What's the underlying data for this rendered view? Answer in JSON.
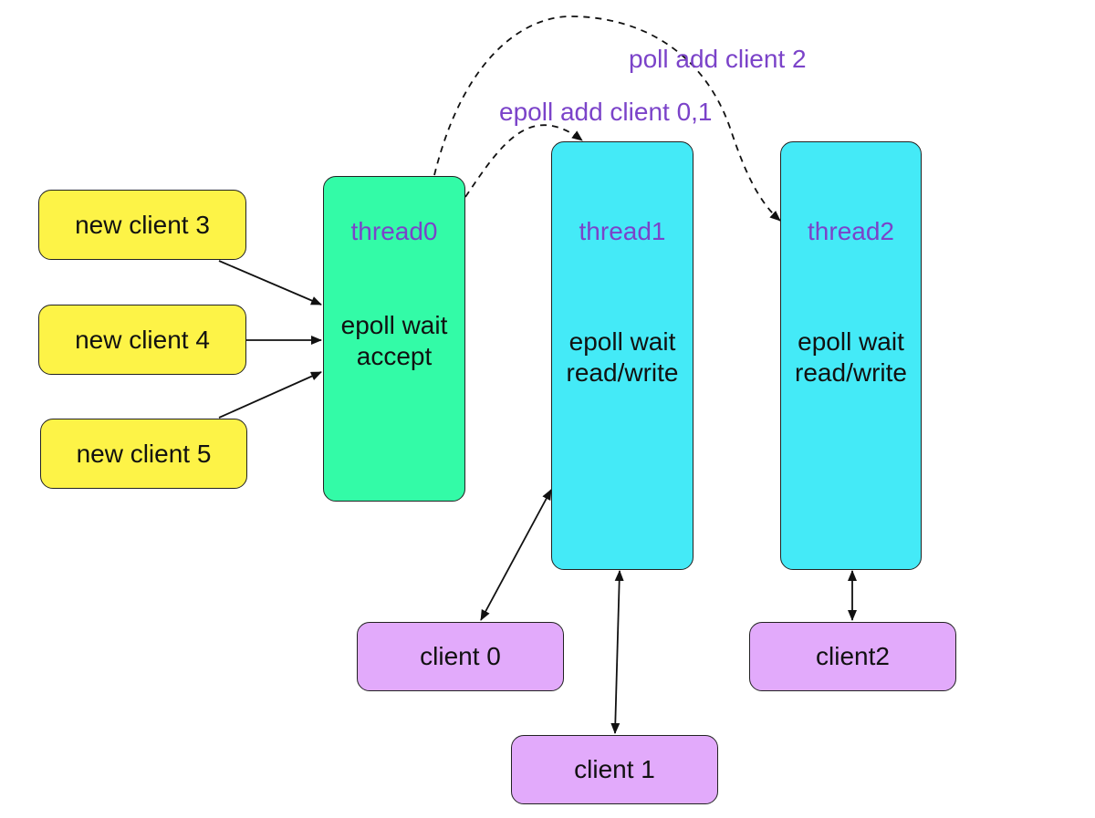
{
  "new_clients": [
    {
      "label": "new client 3"
    },
    {
      "label": "new client 4"
    },
    {
      "label": "new client 5"
    }
  ],
  "threads": [
    {
      "name": "thread0",
      "line1": "epoll wait",
      "line2": "accept",
      "color": "#33fba7"
    },
    {
      "name": "thread1",
      "line1": "epoll wait",
      "line2": "read/write",
      "color": "#44eaf7"
    },
    {
      "name": "thread2",
      "line1": "epoll wait",
      "line2": "read/write",
      "color": "#44eaf7"
    }
  ],
  "clients": [
    {
      "label": "client 0"
    },
    {
      "label": "client 1"
    },
    {
      "label": "client2"
    }
  ],
  "edge_labels": {
    "add_client_2": "poll add client 2",
    "add_client_0_1": "epoll add client 0,1"
  },
  "colors": {
    "new_client_fill": "#fdf347",
    "client_fill": "#e2aafb",
    "label_text": "#7b43c9"
  }
}
